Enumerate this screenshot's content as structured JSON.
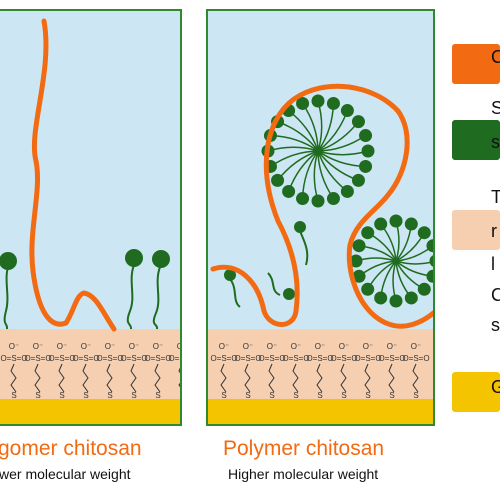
{
  "panels": {
    "left": {
      "title": "gomer chitosan",
      "subtitle": "wer molecular weight",
      "sulfonate_label": "O=S=O",
      "anion_label": "O⁻",
      "thiol_label": "S"
    },
    "right": {
      "title": "Polymer chitosan",
      "subtitle": "Higher molecular weight",
      "sulfonate_label": "O=S=O",
      "anion_label": "O⁻",
      "thiol_label": "S"
    }
  },
  "legend": [
    {
      "color": "#f26a12",
      "lines": [
        "C"
      ]
    },
    {
      "color": "#1f6b1f",
      "lines": [
        "S",
        "s"
      ]
    },
    {
      "color": "#f6cfb0",
      "lines": [
        "T",
        "r",
        "l",
        "C",
        "s"
      ]
    },
    {
      "color": "#f5c400",
      "lines": [
        "G"
      ]
    }
  ],
  "colors": {
    "panel_border": "#2f8a2f",
    "solution": "#cde6f3",
    "monolayer": "#f6cfb0",
    "gold": "#f5c400",
    "chitosan": "#f26a12",
    "surfactant": "#1f6b1f"
  }
}
